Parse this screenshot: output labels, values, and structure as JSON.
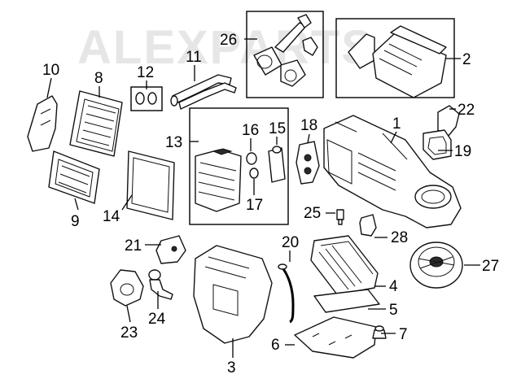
{
  "watermark": "ALEXPARTS",
  "callouts": [
    {
      "id": "c1",
      "label": "1"
    },
    {
      "id": "c2",
      "label": "2"
    },
    {
      "id": "c3",
      "label": "3"
    },
    {
      "id": "c4",
      "label": "4"
    },
    {
      "id": "c5",
      "label": "5"
    },
    {
      "id": "c6",
      "label": "6"
    },
    {
      "id": "c7",
      "label": "7"
    },
    {
      "id": "c8",
      "label": "8"
    },
    {
      "id": "c9",
      "label": "9"
    },
    {
      "id": "c10",
      "label": "10"
    },
    {
      "id": "c11",
      "label": "11"
    },
    {
      "id": "c12",
      "label": "12"
    },
    {
      "id": "c13",
      "label": "13"
    },
    {
      "id": "c14",
      "label": "14"
    },
    {
      "id": "c15",
      "label": "15"
    },
    {
      "id": "c16",
      "label": "16"
    },
    {
      "id": "c17",
      "label": "17"
    },
    {
      "id": "c18",
      "label": "18"
    },
    {
      "id": "c19",
      "label": "19"
    },
    {
      "id": "c20",
      "label": "20"
    },
    {
      "id": "c21",
      "label": "21"
    },
    {
      "id": "c22",
      "label": "22"
    },
    {
      "id": "c23",
      "label": "23"
    },
    {
      "id": "c24",
      "label": "24"
    },
    {
      "id": "c25",
      "label": "25"
    },
    {
      "id": "c26",
      "label": "26"
    },
    {
      "id": "c27",
      "label": "27"
    },
    {
      "id": "c28",
      "label": "28"
    }
  ]
}
